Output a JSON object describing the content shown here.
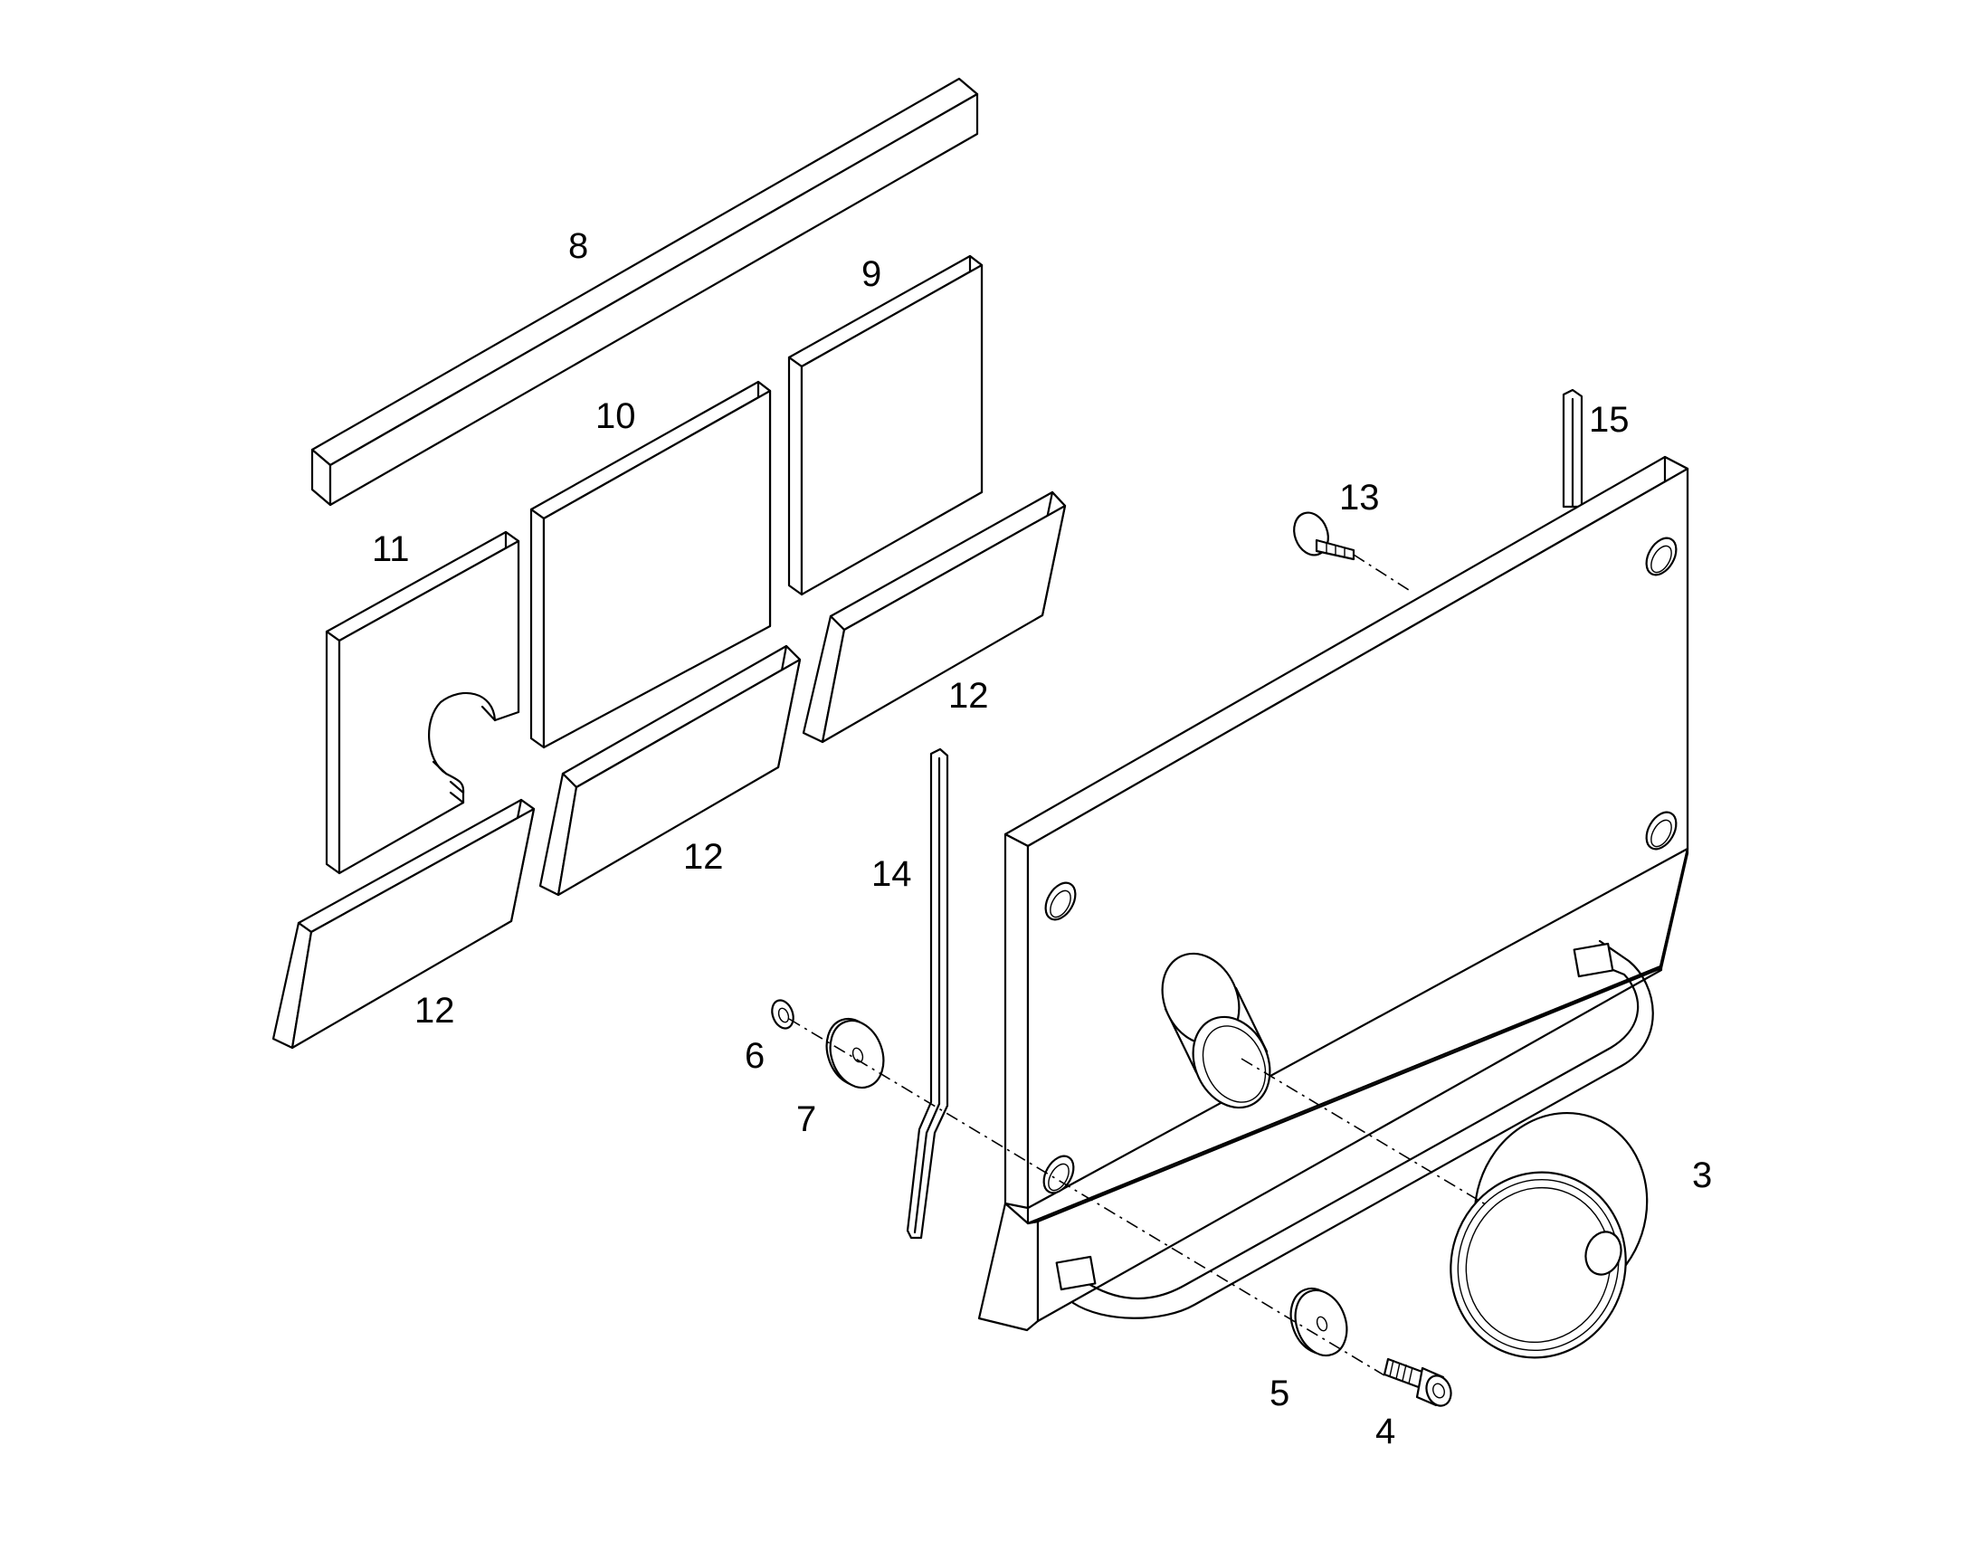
{
  "part_labels": {
    "p3": "3",
    "p4": "4",
    "p5": "5",
    "p6": "6",
    "p7": "7",
    "p8": "8",
    "p9": "9",
    "p10": "10",
    "p11": "11",
    "p12a": "12",
    "p12b": "12",
    "p12c": "12",
    "p13": "13",
    "p14": "14",
    "p15": "15"
  }
}
